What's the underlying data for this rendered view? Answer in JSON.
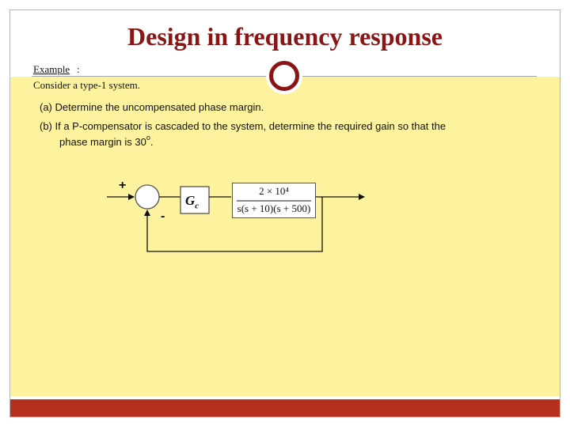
{
  "slide": {
    "title": "Design in frequency response",
    "example_label": "Example",
    "example_colon": ":",
    "intro": "Consider a type-1 system.",
    "question_a": "(a)  Determine the uncompensated phase margin.",
    "question_b_line1": "(b)  If a P-compensator is cascaded to the system, determine the required gain so that the",
    "question_b_line2_prefix": "phase margin is 30",
    "question_b_degree": "o",
    "question_b_line2_suffix": "."
  },
  "diagram": {
    "plus_sign": "+",
    "minus_sign": "-",
    "compensator_label": "Gc",
    "plant_numerator": "2 × 10⁴",
    "plant_denominator": "s(s + 10)(s + 500)"
  },
  "colors": {
    "title": "#8b1414",
    "content_background": "#fdf29d",
    "footer_bar": "#b5311e",
    "accent_ring": "#8b1414"
  }
}
